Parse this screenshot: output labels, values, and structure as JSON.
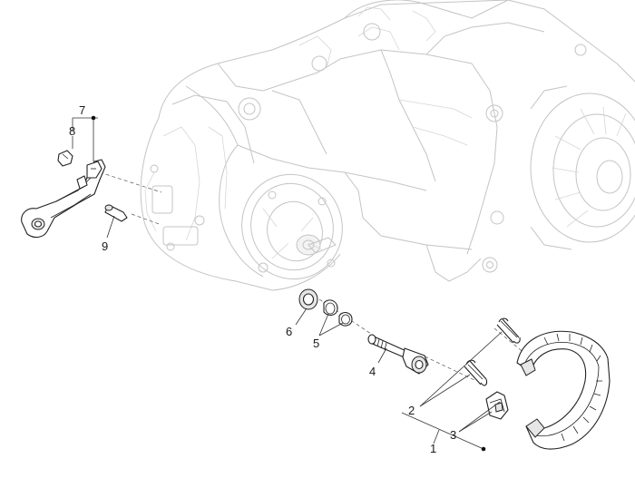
{
  "callouts": {
    "c1": "1",
    "c2": "2",
    "c3": "3",
    "c4": "4",
    "c5": "5",
    "c6": "6",
    "c7": "7",
    "c8": "8",
    "c9": "9"
  },
  "colors": {
    "line": "#222222",
    "ghost": "#c4c4c4",
    "background": "#ffffff"
  }
}
